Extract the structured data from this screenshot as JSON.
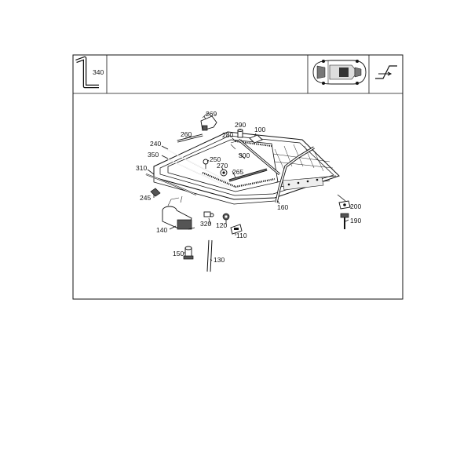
{
  "callouts": {
    "c340": "340",
    "c269": "269",
    "c260": "260",
    "c290": "290",
    "c280": "280",
    "c100": "100",
    "c240": "240",
    "c350": "350",
    "c250": "250",
    "c300": "300",
    "c270": "270",
    "c265": "265",
    "c310": "310",
    "c245": "245",
    "c160": "160",
    "c200": "200",
    "c190": "190",
    "c140": "140",
    "c320": "320",
    "c120": "120",
    "c110": "110",
    "c150": "150",
    "c130": "130"
  },
  "icons": {
    "tool": "allen-key-icon",
    "vehicle": "car-top-view-icon",
    "symbol": "sunroof-tilt-slide-icon"
  }
}
